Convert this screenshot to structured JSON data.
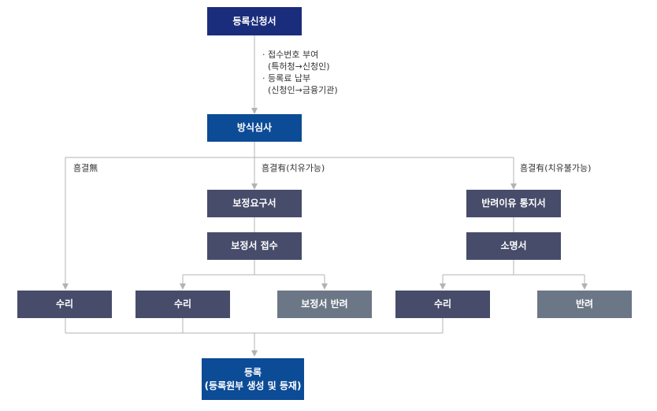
{
  "nodes": {
    "registration_application": "등록신청서",
    "formality_exam": "방식심사",
    "amendment_request": "보정요구서",
    "amendment_receipt": "보정서 접수",
    "rejection_notice": "반려이유 통지서",
    "explanation": "소명서",
    "accept_1": "수리",
    "accept_2": "수리",
    "amendment_rejected": "보정서 반려",
    "accept_3": "수리",
    "rejected": "반려",
    "registration_title": "등록",
    "registration_subtitle": "(등록원부 생성 및 등재)"
  },
  "notes": {
    "line1": "· 접수번호 부여",
    "line2": "(특허청→신청인)",
    "line3": "· 등록료 납부",
    "line4": "(신청인→금융기관)"
  },
  "branch_labels": {
    "no_defect": "흠결無",
    "curable_defect": "흠결有(치유가능)",
    "incurable_defect": "흠결有(치유불가능)"
  },
  "colors": {
    "navy": "#1a2d7c",
    "blue": "#0c4b96",
    "slate": "#474c6a",
    "gray": "#6b7786",
    "connector": "#b3b3b3"
  }
}
